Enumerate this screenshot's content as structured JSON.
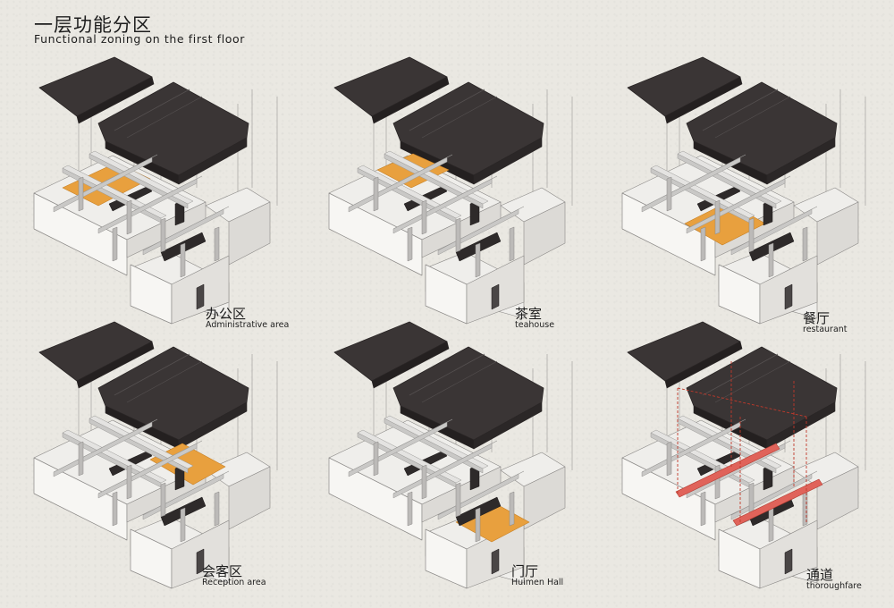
{
  "header": {
    "title_cn": "一层功能分区",
    "title_en": "Functional zoning on the first floor"
  },
  "colors": {
    "background": "#eae8e2",
    "roof": "#3a3535",
    "wall": "#f7f6f3",
    "wall_shade": "#dcdad6",
    "beam": "#c9c8c6",
    "zone_highlight": "#e8a03e",
    "circulation_highlight": "#e0635a",
    "circulation_dash": "#c0392b"
  },
  "panels": [
    {
      "label_cn": "办公区",
      "label_en": "Administrative area",
      "zone": "administrative",
      "highlight_color": "#e8a03e"
    },
    {
      "label_cn": "茶室",
      "label_en": "teahouse",
      "zone": "teahouse",
      "highlight_color": "#e8a03e"
    },
    {
      "label_cn": "餐厅",
      "label_en": "restaurant",
      "zone": "restaurant",
      "highlight_color": "#e8a03e"
    },
    {
      "label_cn": "会客区",
      "label_en": "Reception area",
      "zone": "reception",
      "highlight_color": "#e8a03e"
    },
    {
      "label_cn": "门厅",
      "label_en": "Huimen Hall",
      "zone": "hall",
      "highlight_color": "#e8a03e"
    },
    {
      "label_cn": "通道",
      "label_en": "thoroughfare",
      "zone": "thoroughfare",
      "highlight_color": "#e0635a"
    }
  ]
}
